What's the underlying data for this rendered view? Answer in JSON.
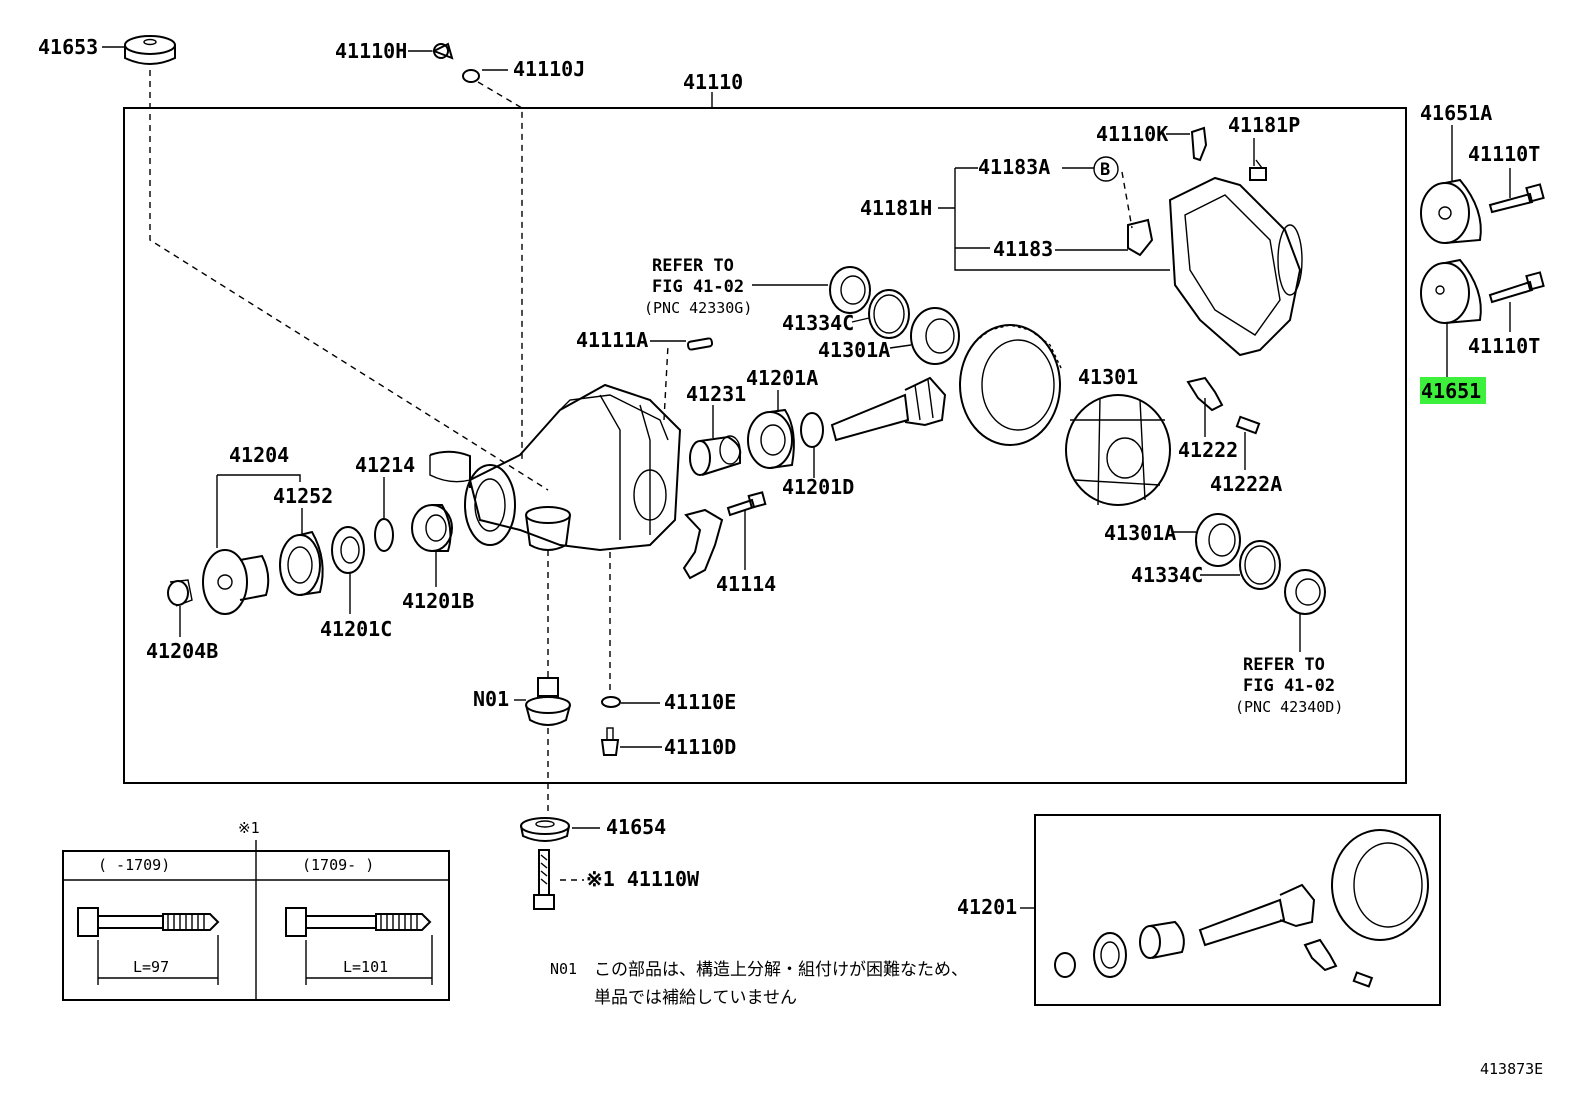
{
  "diagram": {
    "figure_code": "413873E",
    "highlight_color": "#3cf03c",
    "labels": {
      "p41653": "41653",
      "p41110H": "41110H",
      "p41110J": "41110J",
      "p41110": "41110",
      "p41651A": "41651A",
      "p41110T_a": "41110T",
      "p41110T_b": "41110T",
      "p41651": "41651",
      "p41110K": "41110K",
      "p41181P": "41181P",
      "p41183A": "41183A",
      "p41181H": "41181H",
      "p41183": "41183",
      "refer1_l1": "REFER TO",
      "refer1_l2": "FIG 41-02",
      "refer1_l3": "(PNC 42330G)",
      "p41334C_a": "41334C",
      "p41301A_a": "41301A",
      "p41111A": "41111A",
      "p41231": "41231",
      "p41201A": "41201A",
      "p41301": "41301",
      "p41222": "41222",
      "p41222A": "41222A",
      "p41201D": "41201D",
      "p41204": "41204",
      "p41214": "41214",
      "p41252": "41252",
      "p41114": "41114",
      "p41301A_b": "41301A",
      "p41334C_b": "41334C",
      "p41204B": "41204B",
      "p41201C": "41201C",
      "p41201B": "41201B",
      "refer2_l1": "REFER TO",
      "refer2_l2": "FIG 41-02",
      "refer2_l3": "(PNC 42340D)",
      "pN01": "N01",
      "p41110E": "41110E",
      "p41110D": "41110D",
      "p41654": "41654",
      "p41110W": "※1 41110W",
      "p41201": "41201",
      "circle_b": "B"
    },
    "inset_bolts": {
      "marker": "※1",
      "left_header": "(    -1709)",
      "right_header": "(1709-    )",
      "left_length": "L=97",
      "right_length": "L=101"
    },
    "note": {
      "code": "N01",
      "line1": "この部品は、構造上分解・組付けが困難なため、",
      "line2": "単品では補給していません"
    }
  }
}
